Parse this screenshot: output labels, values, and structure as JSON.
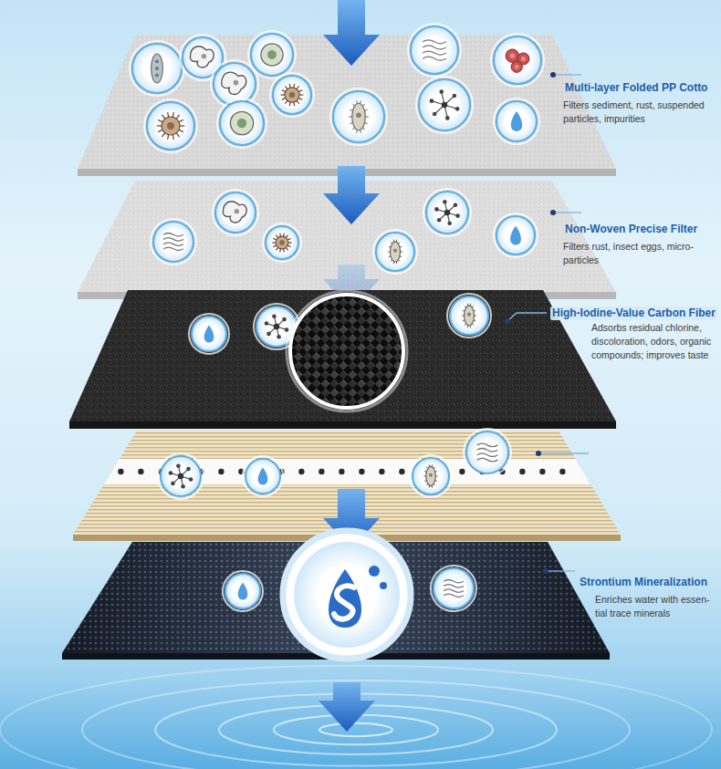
{
  "diagram": {
    "labels": [
      "Multi-layer Folded PP Cotto",
      "Filters sediment, rust, suspended particles, impurities",
      "Non-Woven Precise Filter",
      "Filters rust, insect eggs, micro-particles",
      "High-Iodine-Value Carbon Fiber",
      "Adsorbs residual chlorine, discoloration, odors, organic compounds; improves taste",
      "Strontium Mineralization",
      "Enriches water with essen- tial trace minerals"
    ]
  }
}
